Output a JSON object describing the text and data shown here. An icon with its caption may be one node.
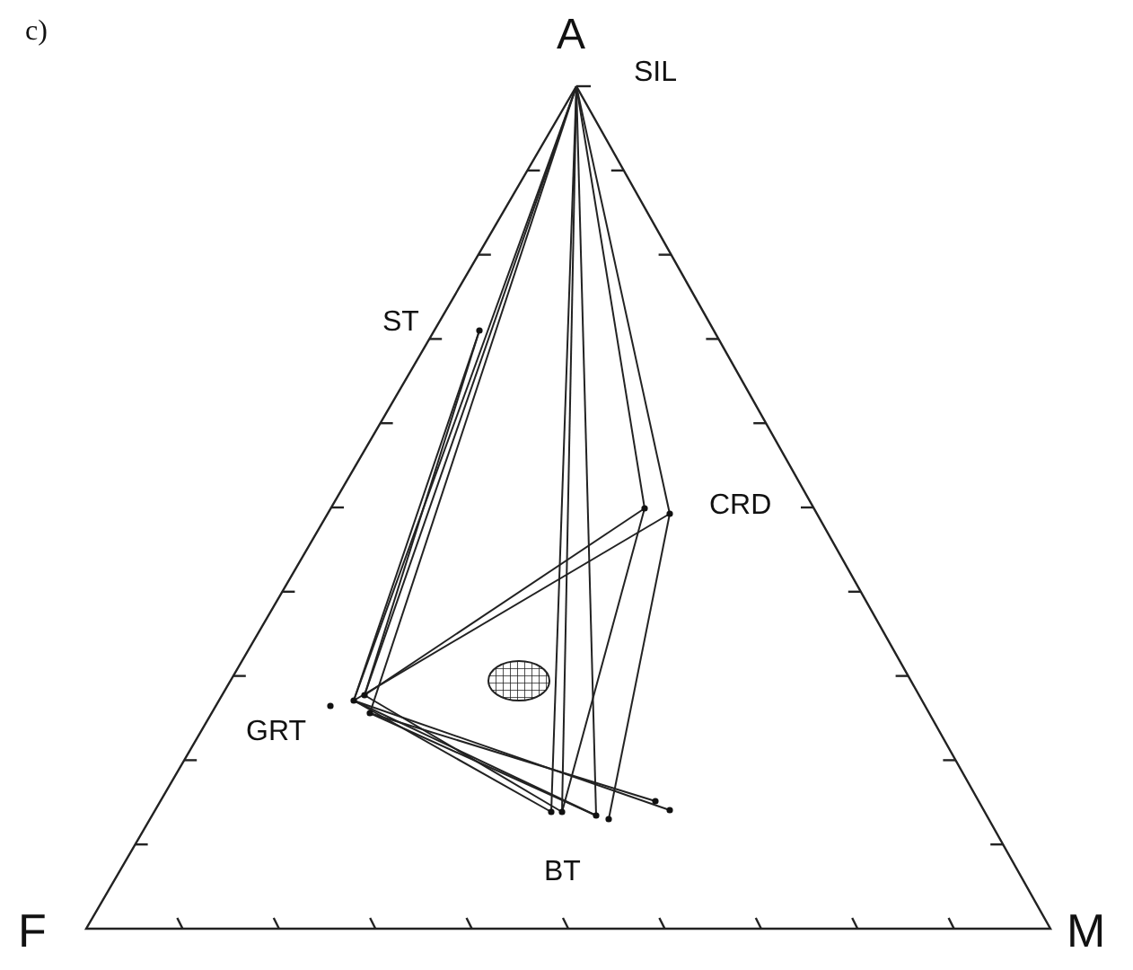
{
  "diagram": {
    "labels": [
      "c)",
      "A",
      "SIL",
      "ST",
      "CRD",
      "GRT",
      "BT",
      "F",
      "M"
    ]
  }
}
